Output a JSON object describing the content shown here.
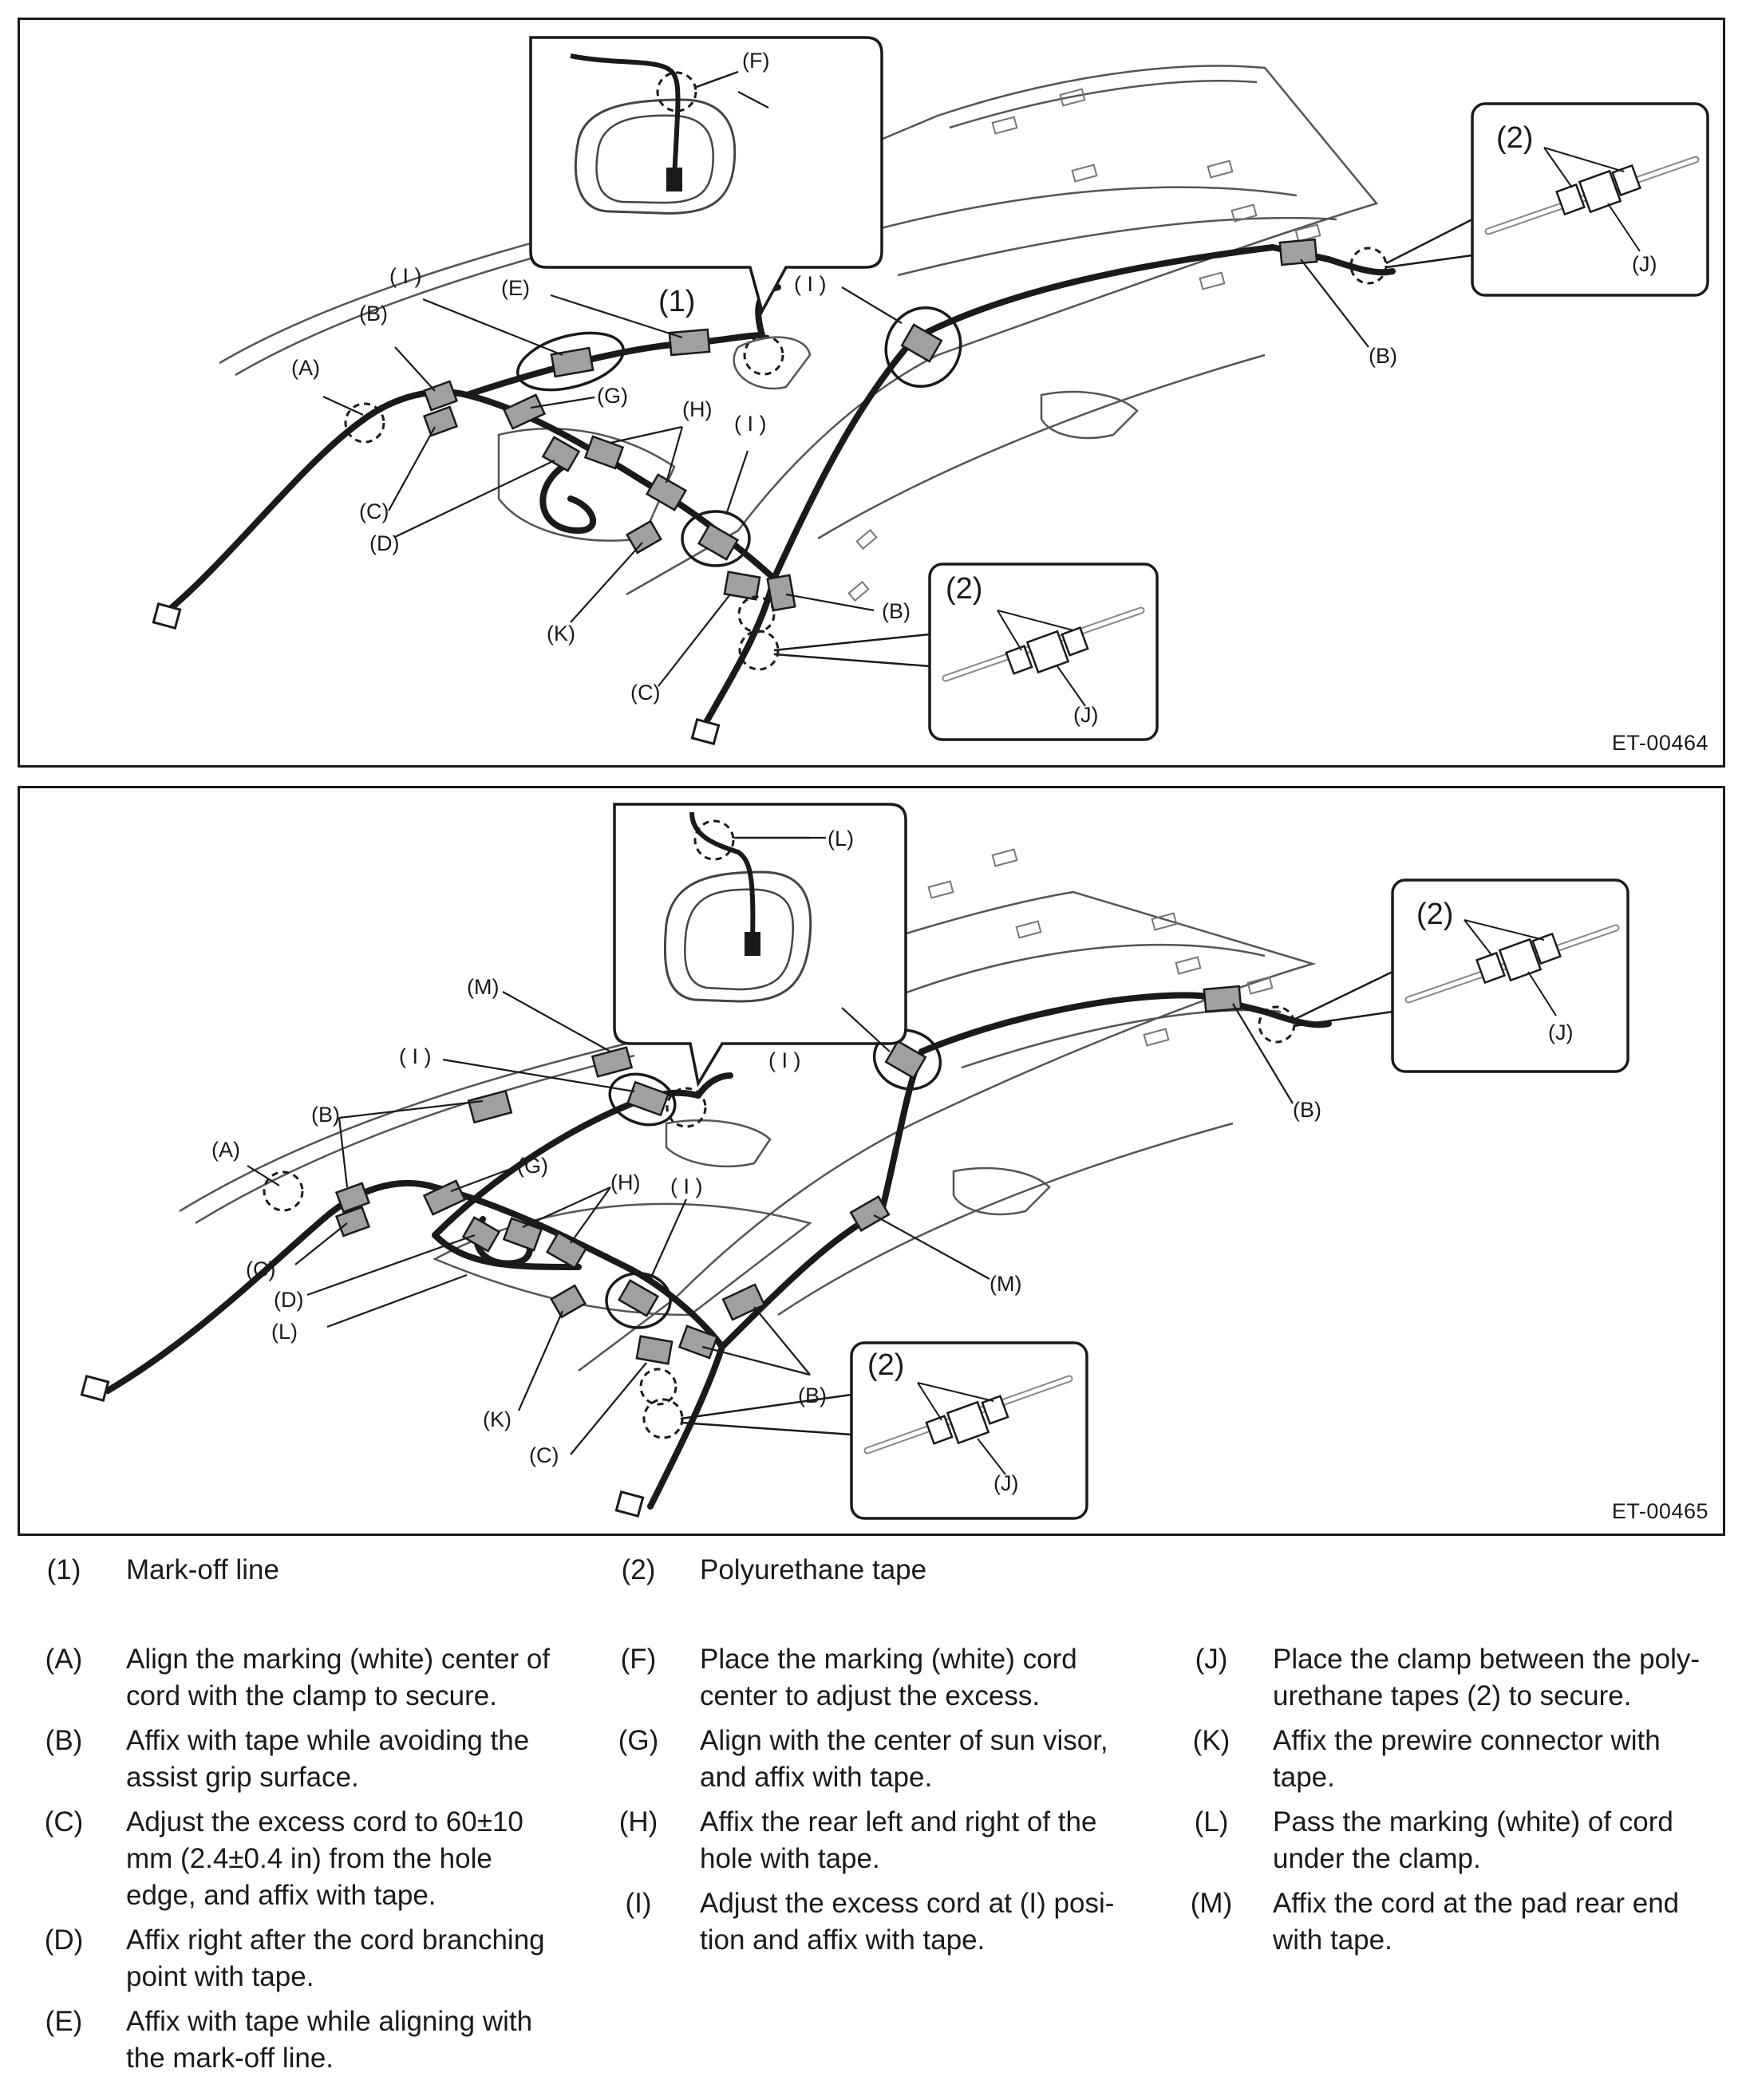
{
  "figures": [
    {
      "id": "ET-00464",
      "callouts": {
        "F": "(F)",
        "E": "(E)",
        "one": "(1)",
        "I": "( I )",
        "B": "(B)",
        "A": "(A)",
        "G": "(G)",
        "H": "(H)",
        "C": "(C)",
        "D": "(D)",
        "K": "(K)",
        "two": "(2)",
        "J": "(J)"
      }
    },
    {
      "id": "ET-00465",
      "callouts": {
        "L": "(L)",
        "M": "(M)",
        "I": "( I )",
        "B": "(B)",
        "A": "(A)",
        "G": "(G)",
        "H": "(H)",
        "C": "(C)",
        "D": "(D)",
        "K": "(K)",
        "two": "(2)",
        "J": "(J)"
      }
    }
  ],
  "legend": {
    "numbered": [
      {
        "code": "(1)",
        "text": "Mark-off line"
      },
      {
        "code": "(2)",
        "text": "Polyurethane tape"
      }
    ],
    "col1": [
      {
        "code": "(A)",
        "lines": [
          "Align the marking (white) center of",
          "cord with the clamp to secure."
        ]
      },
      {
        "code": "(B)",
        "lines": [
          "Affix with tape while avoiding the",
          "assist grip surface."
        ]
      },
      {
        "code": "(C)",
        "lines": [
          "Adjust the excess cord to 60±10",
          "mm (2.4±0.4 in) from the hole",
          "edge, and affix with tape."
        ]
      },
      {
        "code": "(D)",
        "lines": [
          "Affix right after the cord branching",
          "point with tape."
        ]
      },
      {
        "code": "(E)",
        "lines": [
          "Affix with tape while aligning with",
          "the mark-off line."
        ]
      }
    ],
    "col2": [
      {
        "code": "(F)",
        "lines": [
          "Place the marking (white) cord",
          "center to adjust the excess."
        ]
      },
      {
        "code": "(G)",
        "lines": [
          "Align with the center of sun visor,",
          "and affix with tape."
        ]
      },
      {
        "code": "(H)",
        "lines": [
          "Affix the rear left and right of the",
          "hole with tape."
        ]
      },
      {
        "code": "(I)",
        "lines": [
          "Adjust the excess cord at (I) posi-",
          "tion and affix with tape."
        ]
      }
    ],
    "col3": [
      {
        "code": "(J)",
        "lines": [
          "Place the clamp between the poly-",
          "urethane tapes (2) to secure."
        ]
      },
      {
        "code": "(K)",
        "lines": [
          "Affix the prewire connector with",
          "tape."
        ]
      },
      {
        "code": "(L)",
        "lines": [
          "Pass the marking (white) of cord",
          "under the clamp."
        ]
      },
      {
        "code": "(M)",
        "lines": [
          "Affix the cord at the pad rear end",
          "with tape."
        ]
      }
    ]
  }
}
